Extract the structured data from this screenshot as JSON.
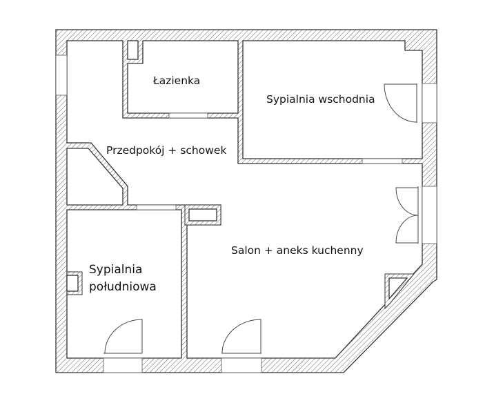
{
  "rooms": {
    "bathroom": "Łazienka",
    "east_bedroom": "Sypialnia wschodnia",
    "hall": "Przedpokój + schowek",
    "living": "Salon + aneks kuchenny",
    "south_bedroom_line1": "Sypialnia",
    "south_bedroom_line2": "południowa"
  },
  "colors": {
    "wall_stroke": "#333333",
    "hatch": "#555555",
    "background": "#ffffff"
  }
}
